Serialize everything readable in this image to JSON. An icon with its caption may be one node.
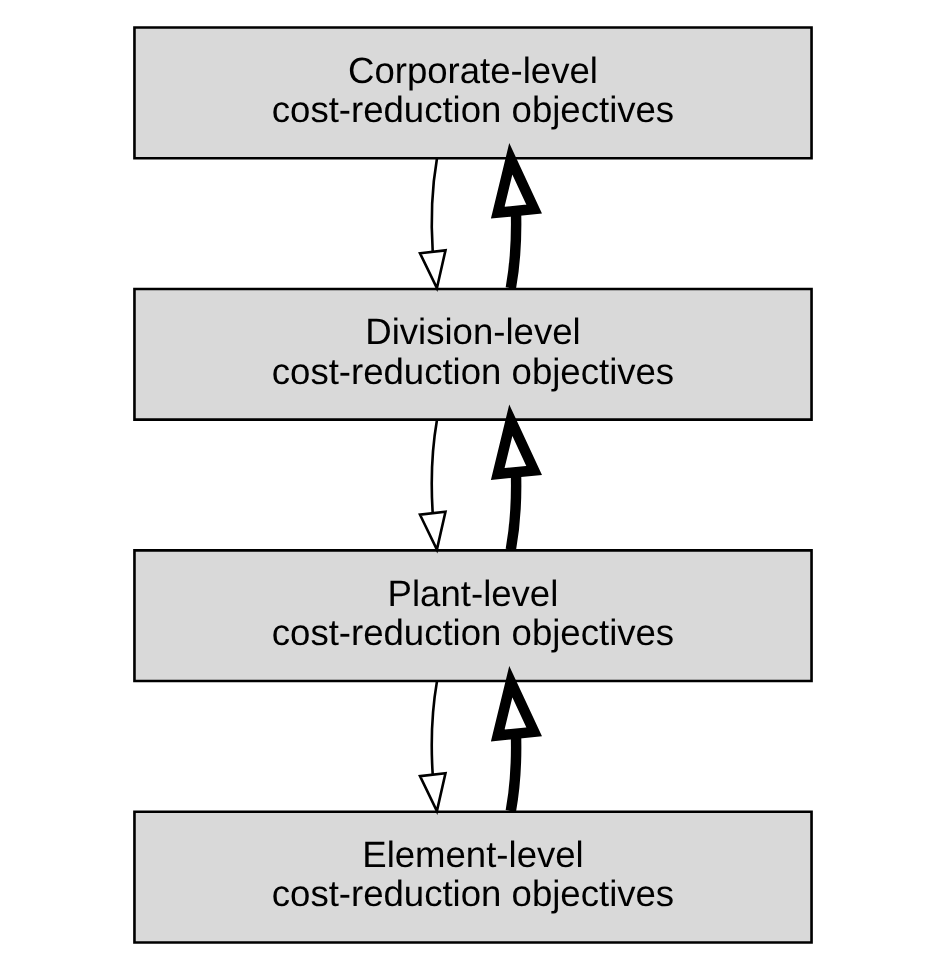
{
  "diagram": {
    "nodes": [
      {
        "text": [
          "Corporate-level cost-reduction objectives"
        ]
      },
      {
        "text": [
          "Division-level cost-reduction objectives"
        ]
      },
      {
        "text": [
          "Plant-level cost-reduction objectives"
        ]
      },
      {
        "text": [
          "Element-level cost-reduction objectives"
        ]
      }
    ],
    "edges": [
      {
        "from": 1,
        "to": 0,
        "arrow": "to",
        "style": "thick"
      },
      {
        "from": 0,
        "to": 1,
        "arrow": "to"
      },
      {
        "from": 2,
        "to": 1,
        "arrow": "to",
        "style": "thick"
      },
      {
        "from": 1,
        "to": 2,
        "arrow": "to"
      },
      {
        "from": 3,
        "to": 2,
        "arrow": "to",
        "style": "thick"
      },
      {
        "from": 2,
        "to": 3,
        "arrow": "to"
      }
    ]
  }
}
